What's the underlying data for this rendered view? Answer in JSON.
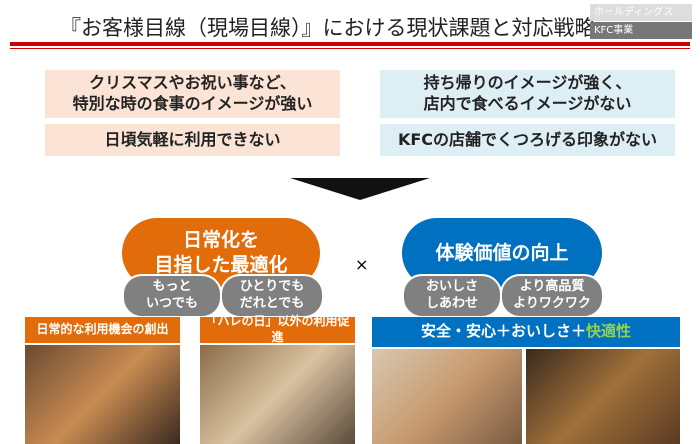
{
  "header": {
    "title": "『お客様目線（現場目線）』における現状課題と対応戦略",
    "tag_holdings": "ホールディングス",
    "tag_kfc": "KFC事業"
  },
  "issues": {
    "left": [
      "クリスマスやお祝い事など、\n特別な時の食事のイメージが強い",
      "日頃気軽に利用できない"
    ],
    "right": [
      "持ち帰りのイメージが強く、\n店内で食べるイメージがない",
      "KFCの店舗でくつろげる印象がない"
    ]
  },
  "strategy": {
    "left": {
      "title": "日常化を\n目指した最適化",
      "sub": [
        "もっと\nいつでも",
        "ひとりでも\nだれとでも"
      ],
      "labels": [
        "日常的な利用機会の創出",
        "「ハレの日」以外の利用促進"
      ]
    },
    "times": "×",
    "right": {
      "title": "体験価値の向上",
      "sub": [
        "おいしさ\nしあわせ",
        "より高品質\nよりワクワク"
      ],
      "banner_main": "安全・安心＋おいしさ＋",
      "banner_accent": "快適性"
    }
  },
  "colors": {
    "orange": "#e36c0a",
    "blue": "#0070c0",
    "green": "#92d050",
    "red": "#cc0000"
  }
}
